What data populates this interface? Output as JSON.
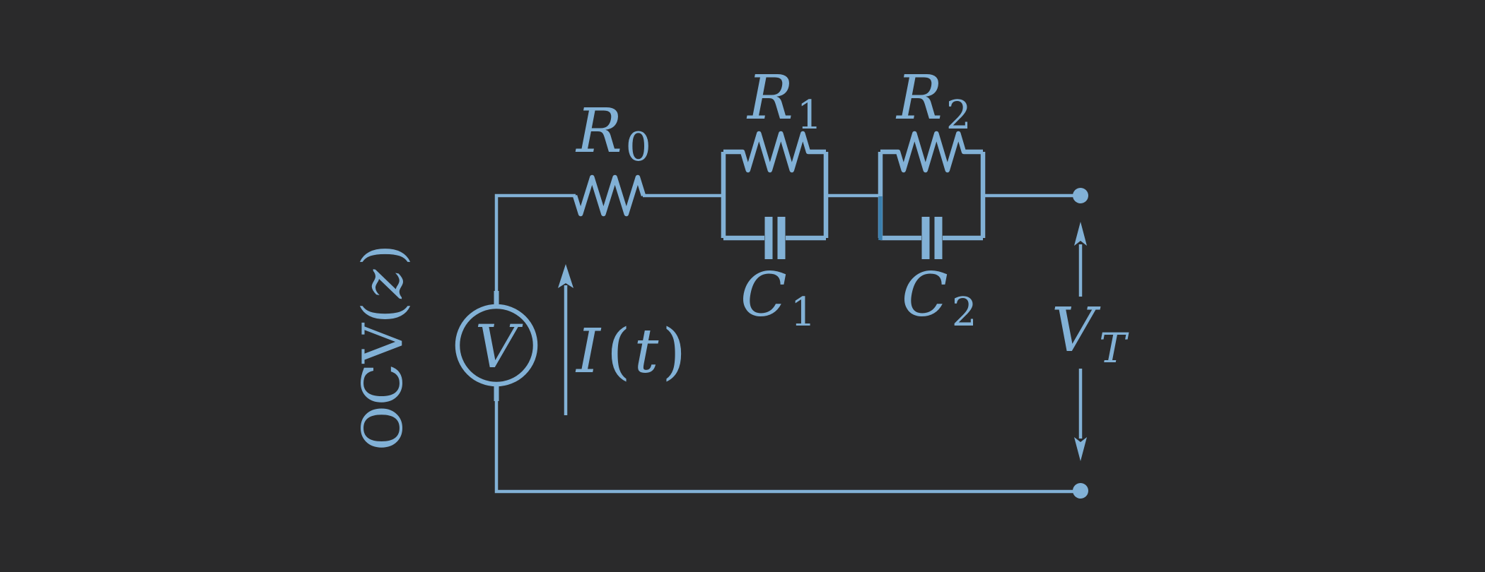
{
  "figure": {
    "type": "equivalent-circuit-diagram",
    "background_color": "#2a2a2b",
    "line_color": "#82b1d6",
    "accent_color": "#3b7fae"
  },
  "labels": {
    "r0": {
      "base": "R",
      "sub": "0"
    },
    "r1": {
      "base": "R",
      "sub": "1"
    },
    "r2": {
      "base": "R",
      "sub": "2"
    },
    "c1": {
      "base": "C",
      "sub": "1"
    },
    "c2": {
      "base": "C",
      "sub": "2"
    },
    "source": "V",
    "ocv": {
      "pre": "OCV(",
      "var": "z",
      "post": ")"
    },
    "current": {
      "i": "I",
      "open": "(",
      "var": "t",
      "close": ")"
    },
    "vt": {
      "base": "V",
      "sub": "T"
    }
  }
}
